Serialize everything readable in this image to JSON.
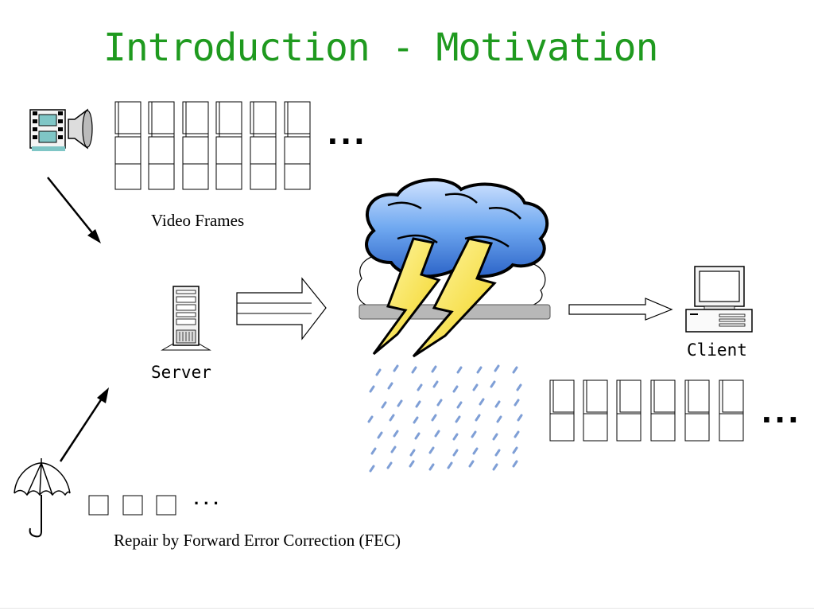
{
  "slide": {
    "title": "Introduction - Motivation",
    "video_frames_label": "Video Frames",
    "server_label": "Server",
    "client_label": "Client",
    "fec_label": "Repair by Forward Error Correction (FEC)",
    "ellipsis_top": "...",
    "ellipsis_right": "...",
    "ellipsis_fec": ". . .",
    "title_color": "#1f9a1f"
  },
  "icons": [
    "film-speaker-icon",
    "server-icon",
    "storm-cloud-icon",
    "client-computer-icon",
    "umbrella-icon"
  ]
}
